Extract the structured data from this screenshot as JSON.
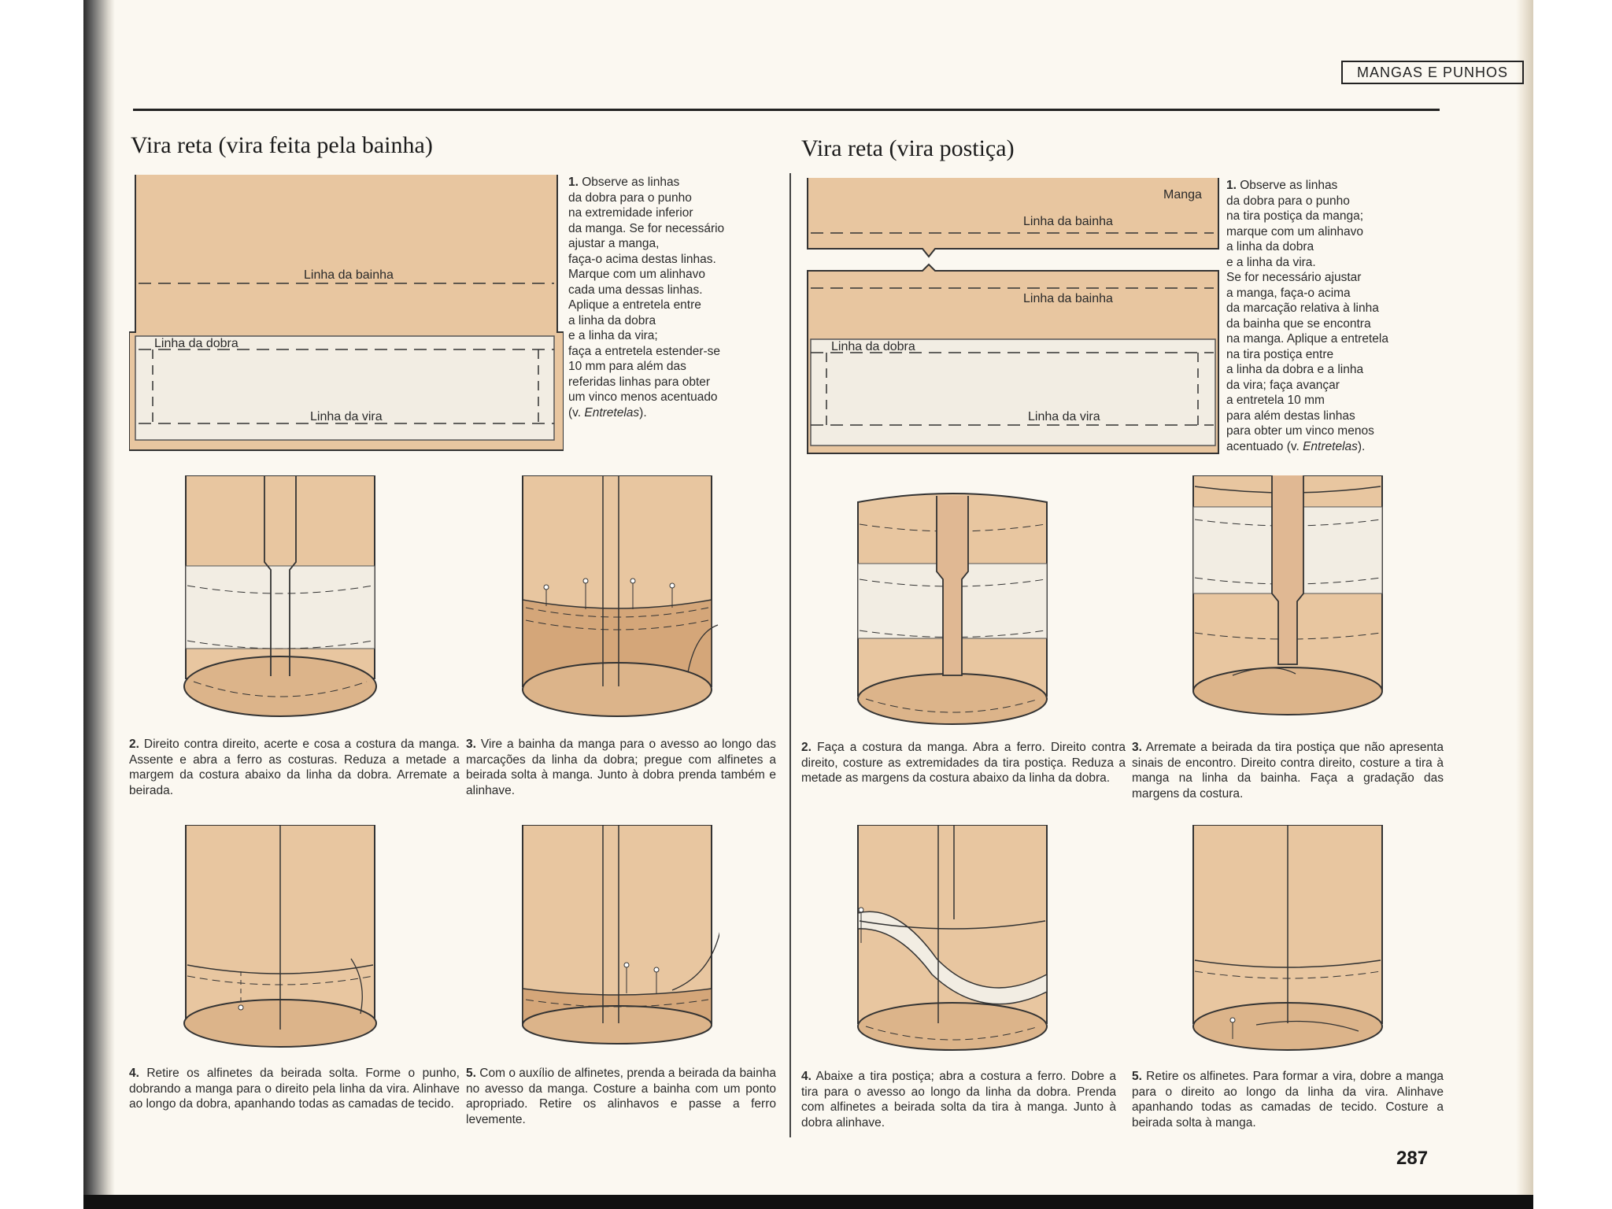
{
  "header": {
    "section": "MANGAS E PUNHOS",
    "page_number": "287"
  },
  "left": {
    "title": "Vira reta (vira feita pela bainha)",
    "step1": {
      "num": "1.",
      "text": "Observe as linhas\nda dobra para o punho\nna extremidade inferior\nda manga. Se for necessário\najustar a manga,\nfaça-o acima destas linhas.\nMarque com um alinhavo\ncada uma dessas linhas.\nAplique a entretela entre\na linha da dobra\ne a linha da vira;\nfaça a entretela estender-se\n10 mm para além das\nreferidas linhas para obter\num vinco menos acentuado\n(v. ",
      "ref": "Entretelas",
      "end": ")."
    },
    "fig1_labels": {
      "hem": "Linha da bainha",
      "fold": "Linha da dobra",
      "turn": "Linha da vira"
    },
    "step2": {
      "num": "2.",
      "text": "Direito contra direito, acerte e cosa a costura da manga. Assente e abra a ferro as costuras. Reduza a metade a margem da costura abaixo da linha da dobra. Arremate a beirada."
    },
    "step3": {
      "num": "3.",
      "text": "Vire a bainha da manga para o avesso ao longo das marcações da linha da dobra; pregue com alfinetes a beirada solta à manga. Junto à dobra prenda também e alinhave."
    },
    "step4": {
      "num": "4.",
      "text": "Retire os alfinetes da beirada solta. Forme o punho, dobrando a manga para o direito pela linha da vira. Alinhave ao longo da dobra, apanhando todas as camadas de tecido."
    },
    "step5": {
      "num": "5.",
      "text": "Com o auxílio de alfinetes, prenda a beirada da bainha no avesso da manga. Costure a bainha com um ponto apropriado. Retire os alinhavos e passe a ferro levemente."
    }
  },
  "right": {
    "title": "Vira reta (vira postiça)",
    "step1": {
      "num": "1.",
      "text": "Observe as linhas\nda dobra para o punho\nna tira postiça da manga;\nmarque com um alinhavo\na linha da dobra\ne a linha da vira.\nSe for necessário ajustar\na manga, faça-o acima\nda marcação relativa à linha\nda bainha que se encontra\nna manga. Aplique a entretela\nna tira postiça entre\na linha da dobra e a linha\nda vira; faça avançar\na entretela 10 mm\npara além destas linhas\npara obter um vinco menos\nacentuado (v. ",
      "ref": "Entretelas",
      "end": ")."
    },
    "fig1_labels": {
      "sleeve": "Manga",
      "hem_top": "Linha da bainha",
      "hem_band": "Linha da bainha",
      "fold": "Linha da dobra",
      "turn": "Linha da vira"
    },
    "step2": {
      "num": "2.",
      "text": "Faça a costura da manga. Abra a ferro. Direito contra direito, costure as extremidades da tira postiça. Reduza a metade as margens da costura abaixo da linha da dobra."
    },
    "step3": {
      "num": "3.",
      "text": "Arremate a beirada da tira postiça que não apresenta sinais de encontro. Direito contra direito, costure a tira à manga na linha da bainha. Faça a gradação das margens da costura."
    },
    "step4": {
      "num": "4.",
      "text": "Abaixe a tira postiça; abra a costura a ferro. Dobre a tira para o avesso ao longo da linha da dobra. Prenda com alfinetes a beirada solta da tira à manga. Junto à dobra alinhave."
    },
    "step5": {
      "num": "5.",
      "text": "Retire os alfinetes. Para formar a vira, dobre a manga para o direito ao longo da linha da vira. Alinhave apanhando todas as camadas de tecido. Costure a beirada solta à manga."
    }
  },
  "colors": {
    "fabric": "#e8c6a0",
    "fabric_dark": "#c79c72",
    "interfacing": "#f1ece2",
    "ink": "#2a2a2a"
  }
}
